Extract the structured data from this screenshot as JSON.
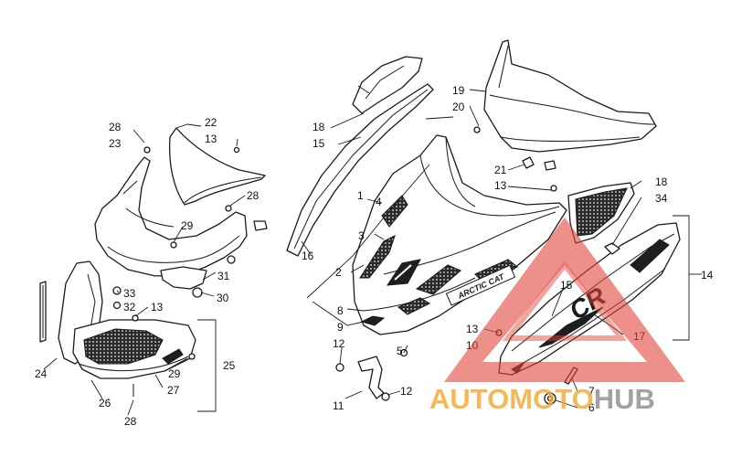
{
  "labels": {
    "l28a": "28",
    "l23": "23",
    "l22": "22",
    "l13a": "13",
    "l28b": "28",
    "l29a": "29",
    "l31": "31",
    "l30": "30",
    "l33": "33",
    "l32": "32",
    "l13b": "13",
    "l24": "24",
    "l29b": "29",
    "l27": "27",
    "l25": "25",
    "l26": "26",
    "l28c": "28",
    "l18a": "18",
    "l15a": "15",
    "l16": "16",
    "l1": "1",
    "l4": "4",
    "l3": "3",
    "l2": "2",
    "l8": "8",
    "l9": "9",
    "l12a": "12",
    "l11": "11",
    "l12b": "12",
    "l5": "5",
    "l13c": "13",
    "l10": "10",
    "l19": "19",
    "l20": "20",
    "l21": "21",
    "l13d": "13",
    "l18b": "18",
    "l34": "34",
    "l14": "14",
    "l15b": "15",
    "l17": "17",
    "l7": "7",
    "l6": "6"
  },
  "decals": {
    "hood_text": "ARCTIC CAT",
    "panel_text": "CR"
  },
  "watermark": {
    "part1": "AUTO",
    "part2": "MOTO",
    "part3": "HUB"
  },
  "colors": {
    "watermark_red": "#e0453a",
    "watermark_orange": "#f2a72c",
    "watermark_grey": "#8c8c8c",
    "line": "#1a1a1a"
  }
}
